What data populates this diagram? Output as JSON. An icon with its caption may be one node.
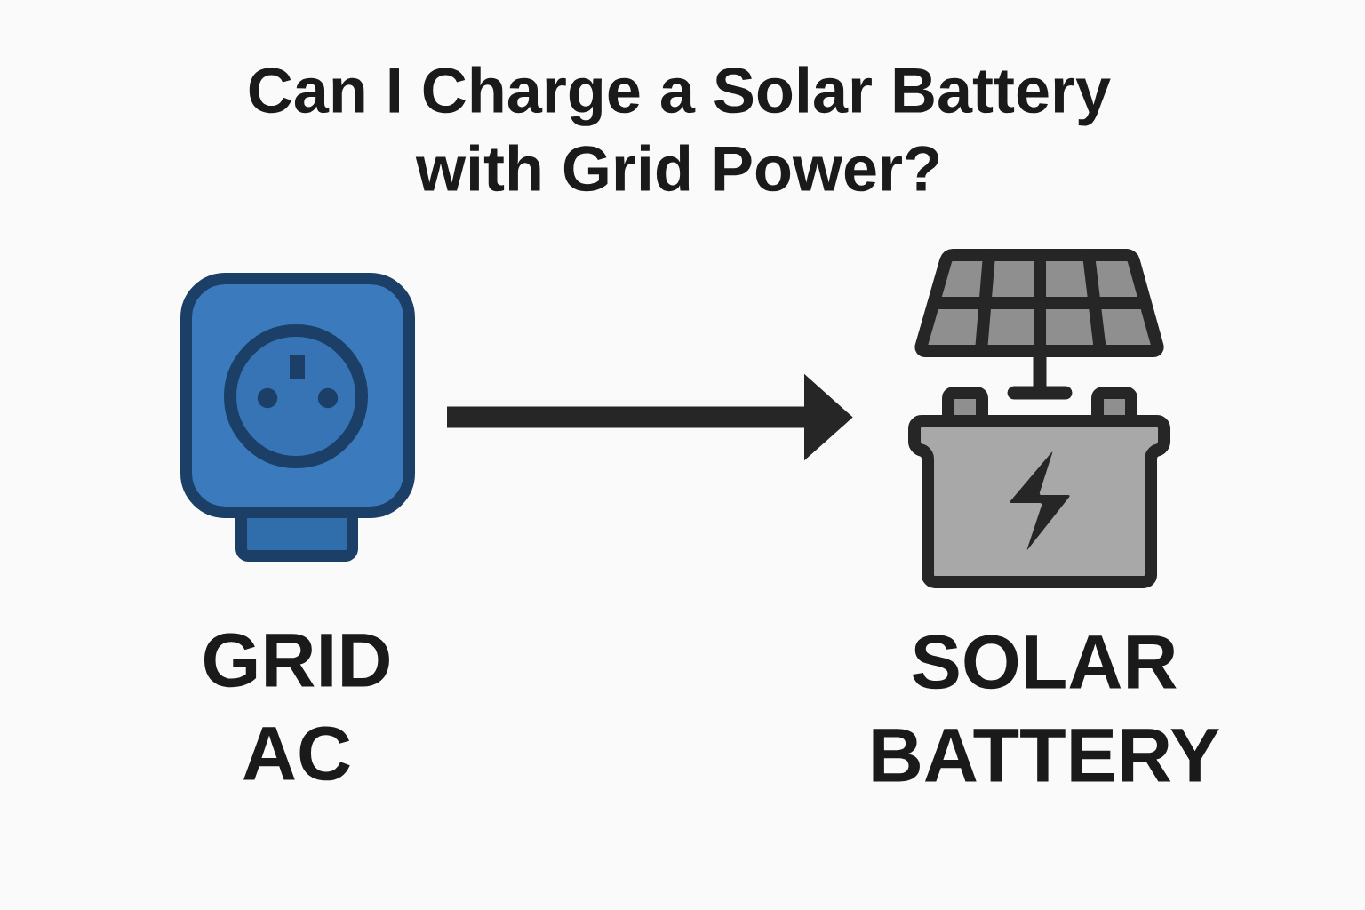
{
  "diagram": {
    "title": "Can I Charge a Solar Battery with Grid Power?",
    "nodes": [
      {
        "text": [],
        "shape": "picture",
        "beside": [
          "GRID AC"
        ]
      },
      {
        "text": [],
        "shape": "picture",
        "beside": [
          "SOLAR BATTERY"
        ]
      }
    ],
    "edges": [
      {
        "from": 0,
        "to": 1,
        "arrow": "to"
      }
    ]
  }
}
